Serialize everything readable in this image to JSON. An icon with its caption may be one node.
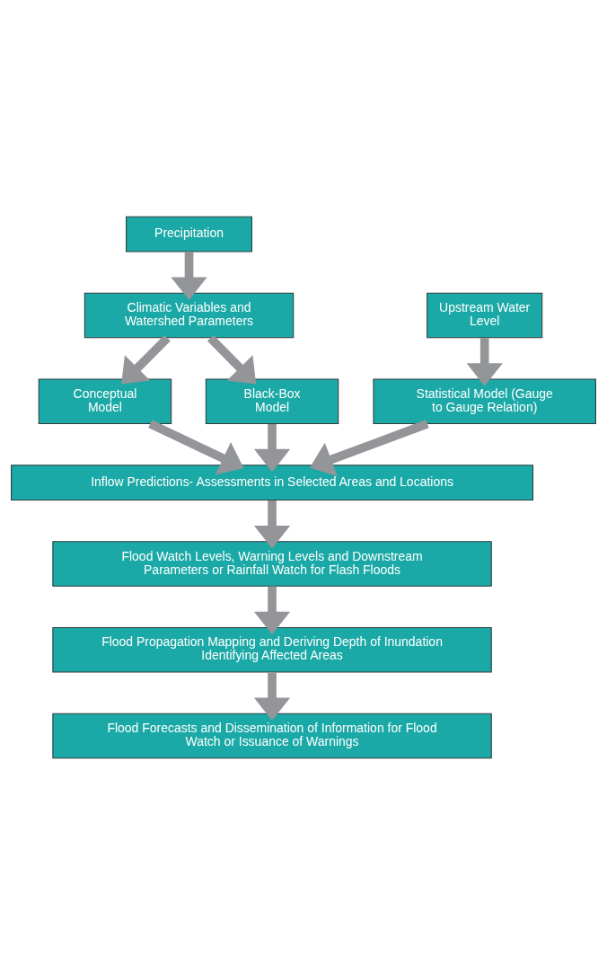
{
  "diagram": {
    "nodes": [
      {
        "text": [
          "Precipitation"
        ]
      },
      {
        "text": [
          "Climatic Variables and Watershed Parameters"
        ]
      },
      {
        "text": [
          "Upstream Water Level"
        ]
      },
      {
        "text": [
          "Conceptual Model"
        ]
      },
      {
        "text": [
          "Black-Box Model"
        ]
      },
      {
        "text": [
          "Statistical Model (Gauge to Gauge Relation)"
        ]
      },
      {
        "text": [
          "Inflow Predictions- Assessments in Selected Areas and Locations"
        ]
      },
      {
        "text": [
          "Flood Watch Levels, Warning Levels and Downstream Parameters or Rainfall Watch for Flash Floods"
        ]
      },
      {
        "text": [
          "Flood Propagation Mapping and Deriving Depth of Inundation Identifying Affected Areas"
        ]
      },
      {
        "text": [
          "Flood Forecasts and Dissemination of Information for Flood Watch or Issuance of Warnings"
        ]
      }
    ],
    "edges": [
      {
        "from": 0,
        "to": 1,
        "arrow": "to"
      },
      {
        "from": 1,
        "to": 3,
        "arrow": "to"
      },
      {
        "from": 1,
        "to": 4,
        "arrow": "to"
      },
      {
        "from": 2,
        "to": 5,
        "arrow": "to"
      },
      {
        "from": 3,
        "to": 6,
        "arrow": "to"
      },
      {
        "from": 4,
        "to": 6,
        "arrow": "to"
      },
      {
        "from": 5,
        "to": 6,
        "arrow": "to"
      },
      {
        "from": 6,
        "to": 7,
        "arrow": "to"
      },
      {
        "from": 7,
        "to": 8,
        "arrow": "to"
      },
      {
        "from": 8,
        "to": 9,
        "arrow": "to"
      }
    ]
  }
}
